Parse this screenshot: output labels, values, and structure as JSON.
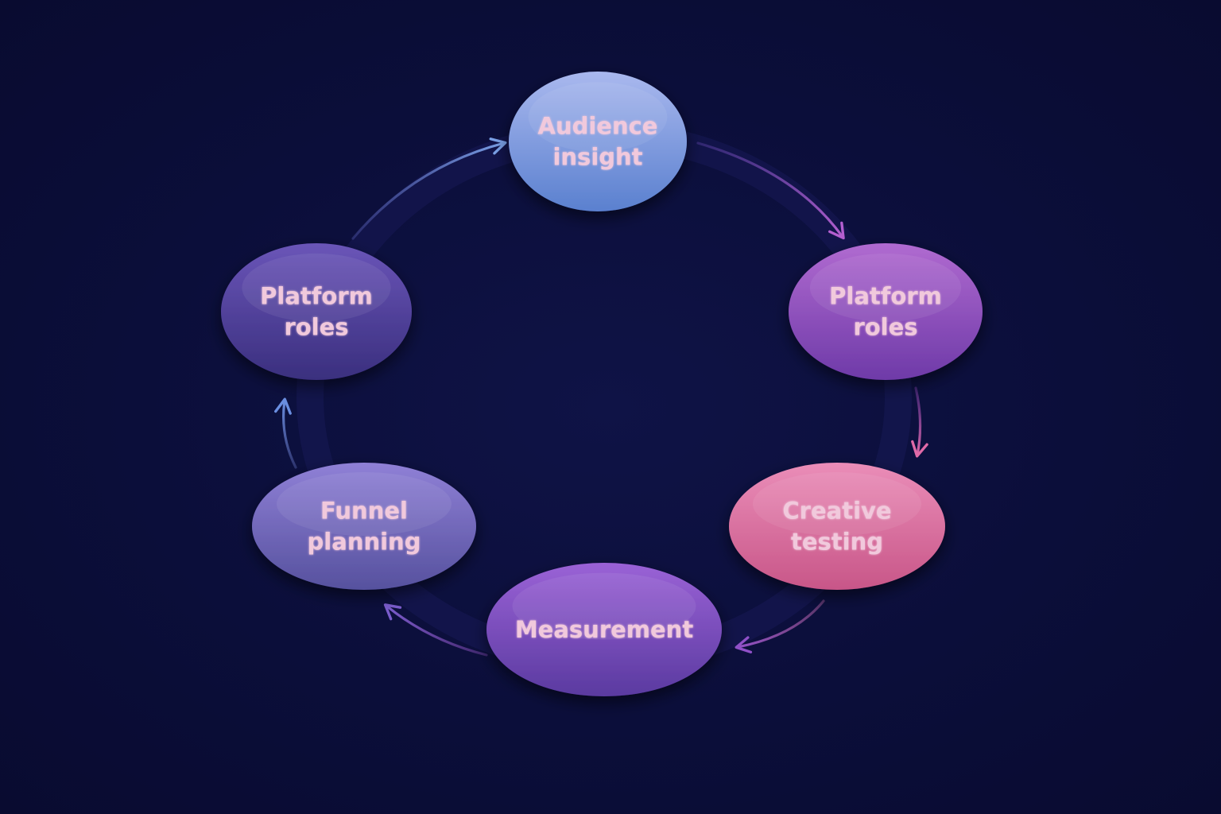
{
  "colors": {
    "background": "#0c0f3d",
    "label_text": "#f1c9dc"
  },
  "nodes": [
    {
      "id": "audience-insight",
      "lines": [
        "Audience",
        "insight"
      ],
      "fill_top": "#a9b8ee",
      "fill_bottom": "#5a80cf"
    },
    {
      "id": "platform-roles-right",
      "lines": [
        "Platform",
        "roles"
      ],
      "fill_top": "#b06ad0",
      "fill_bottom": "#6e3aa8"
    },
    {
      "id": "creative-testing",
      "lines": [
        "Creative",
        "testing"
      ],
      "fill_top": "#ea8db8",
      "fill_bottom": "#c85688"
    },
    {
      "id": "measurement",
      "lines": [
        "Measurement"
      ],
      "fill_top": "#9a62d6",
      "fill_bottom": "#5a3aa0"
    },
    {
      "id": "funnel-planning",
      "lines": [
        "Funnel",
        "planning"
      ],
      "fill_top": "#8f80d6",
      "fill_bottom": "#56519e"
    },
    {
      "id": "platform-roles-left",
      "lines": [
        "Platform",
        "roles"
      ],
      "fill_top": "#6a55b8",
      "fill_bottom": "#3a2f7e"
    }
  ],
  "flow": [
    {
      "from": "audience-insight",
      "to": "platform-roles-right",
      "color_start": "#6a4ab8",
      "color_end": "#b45fd0"
    },
    {
      "from": "platform-roles-right",
      "to": "creative-testing",
      "color_start": "#9a4ac0",
      "color_end": "#e06aa8"
    },
    {
      "from": "creative-testing",
      "to": "measurement",
      "color_start": "#d873b8",
      "color_end": "#9050c8"
    },
    {
      "from": "measurement",
      "to": "funnel-planning",
      "color_start": "#9a55c8",
      "color_end": "#7a5ccc"
    },
    {
      "from": "funnel-planning",
      "to": "platform-roles-left",
      "color_start": "#6a7acb",
      "color_end": "#6a8ee0"
    },
    {
      "from": "platform-roles-left",
      "to": "audience-insight",
      "color_start": "#5a60b8",
      "color_end": "#7aa0e6"
    }
  ]
}
